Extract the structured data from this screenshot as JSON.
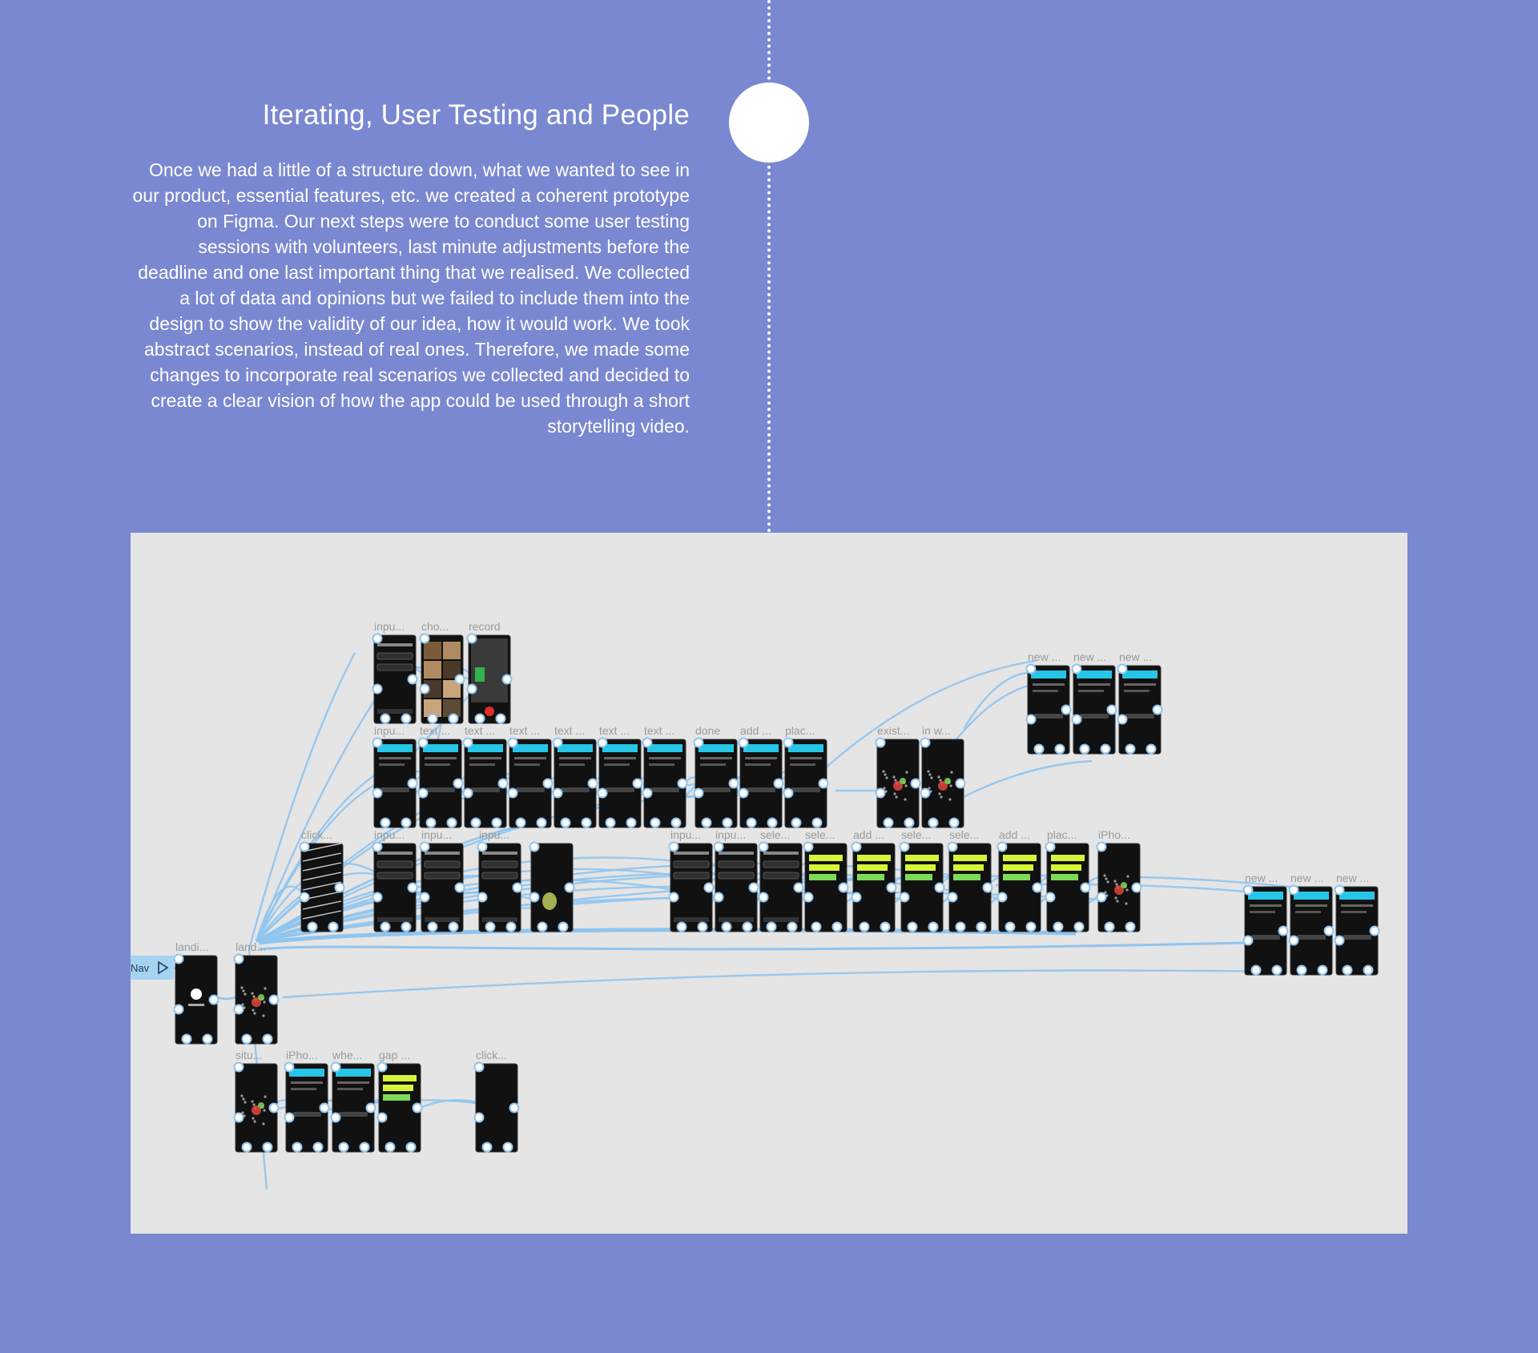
{
  "section": {
    "title": "Iterating, User Testing and People",
    "body": "Once we had a little of a structure down, what we wanted to see in our product, essential features, etc. we created a coherent prototype on Figma. Our next steps were to conduct some user testing sessions with volunteers, last minute adjustments before the deadline and one last important thing that we realised. We collected a lot of data and opinions but we failed to include them into the design to show the validity of our idea, how it would work. We took abstract scenarios, instead of real ones. Therefore, we made some changes to incorporate real scenarios we collected and decided to create a clear vision of how the app could be used through  a short storytelling video."
  },
  "prototype": {
    "flow_label": "Nav",
    "frames": [
      {
        "id": "f1",
        "label": "inpu...",
        "style": "input"
      },
      {
        "id": "f2",
        "label": "cho...",
        "style": "photo"
      },
      {
        "id": "f3",
        "label": "record",
        "style": "record"
      },
      {
        "id": "f4",
        "label": "inpu...",
        "style": "cyan"
      },
      {
        "id": "f5",
        "label": "text ...",
        "style": "cyan"
      },
      {
        "id": "f6",
        "label": "text ...",
        "style": "cyan"
      },
      {
        "id": "f7",
        "label": "text ...",
        "style": "cyan"
      },
      {
        "id": "f8",
        "label": "text ...",
        "style": "cyan"
      },
      {
        "id": "f9",
        "label": "text ...",
        "style": "cyan"
      },
      {
        "id": "f10",
        "label": "text ...",
        "style": "cyan"
      },
      {
        "id": "f11",
        "label": "done",
        "style": "cyan"
      },
      {
        "id": "f12",
        "label": "add ...",
        "style": "cyan"
      },
      {
        "id": "f13",
        "label": "plac...",
        "style": "cyan"
      },
      {
        "id": "f14",
        "label": "exist...",
        "style": "map"
      },
      {
        "id": "f15",
        "label": "in w...",
        "style": "map"
      },
      {
        "id": "f16",
        "label": "new ...",
        "style": "cyan"
      },
      {
        "id": "f17",
        "label": "new ...",
        "style": "cyan"
      },
      {
        "id": "f18",
        "label": "new ...",
        "style": "cyan"
      },
      {
        "id": "f19",
        "label": "click...",
        "style": "stripes"
      },
      {
        "id": "f20",
        "label": "inpu...",
        "style": "dark"
      },
      {
        "id": "f21",
        "label": "inpu...",
        "style": "dark"
      },
      {
        "id": "f22",
        "label": "inpu...",
        "style": "dark"
      },
      {
        "id": "f23",
        "label": "",
        "style": "plain"
      },
      {
        "id": "f24",
        "label": "inpu...",
        "style": "dark"
      },
      {
        "id": "f25",
        "label": "inpu...",
        "style": "dark"
      },
      {
        "id": "f26",
        "label": "sele...",
        "style": "dark"
      },
      {
        "id": "f27",
        "label": "sele...",
        "style": "yellow"
      },
      {
        "id": "f28",
        "label": "add ...",
        "style": "yellow"
      },
      {
        "id": "f29",
        "label": "sele...",
        "style": "yellow"
      },
      {
        "id": "f30",
        "label": "sele...",
        "style": "yellow"
      },
      {
        "id": "f31",
        "label": "add ...",
        "style": "yellow"
      },
      {
        "id": "f32",
        "label": "plac...",
        "style": "yellow"
      },
      {
        "id": "f33",
        "label": "iPho...",
        "style": "map"
      },
      {
        "id": "f34",
        "label": "new ...",
        "style": "cyan"
      },
      {
        "id": "f35",
        "label": "new ...",
        "style": "cyan"
      },
      {
        "id": "f36",
        "label": "new ...",
        "style": "cyan"
      },
      {
        "id": "f37",
        "label": "landi...",
        "style": "logo"
      },
      {
        "id": "f38",
        "label": "land...",
        "style": "map"
      },
      {
        "id": "f39",
        "label": "situ...",
        "style": "map"
      },
      {
        "id": "f40",
        "label": "iPho...",
        "style": "cyan"
      },
      {
        "id": "f41",
        "label": "whe...",
        "style": "cyan"
      },
      {
        "id": "f42",
        "label": "gap ...",
        "style": "yellow"
      },
      {
        "id": "f43",
        "label": "click...",
        "style": "plain"
      }
    ]
  },
  "colors": {
    "background": "#7a88d1",
    "canvas": "#e5e5e5",
    "connector": "#8fc4ee",
    "frame": "#111111",
    "accent_cyan": "#26c6e8",
    "accent_yellow": "#d6f53a",
    "accent_green": "#7ed957"
  }
}
